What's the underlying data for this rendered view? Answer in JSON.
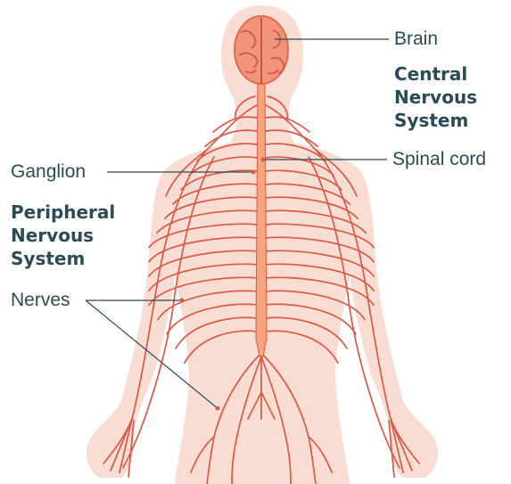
{
  "labels": {
    "brain": "Brain",
    "central_nervous_system": [
      "Central",
      "Nervous",
      "System"
    ],
    "spinal_cord": "Spinal cord",
    "ganglion": "Ganglion",
    "peripheral_nervous_system": [
      "Peripheral",
      "Nervous",
      "System"
    ],
    "nerves": "Nerves"
  },
  "colors": {
    "body_fill": "#f9ddd3",
    "brain_fill": "#f29479",
    "brain_outline": "#e36a4f",
    "nerve_stroke": "#d95a48",
    "spinal_cord_fill": "#f7a37e",
    "leader_line": "#2c4a55",
    "label_text": "#2c4a55"
  }
}
